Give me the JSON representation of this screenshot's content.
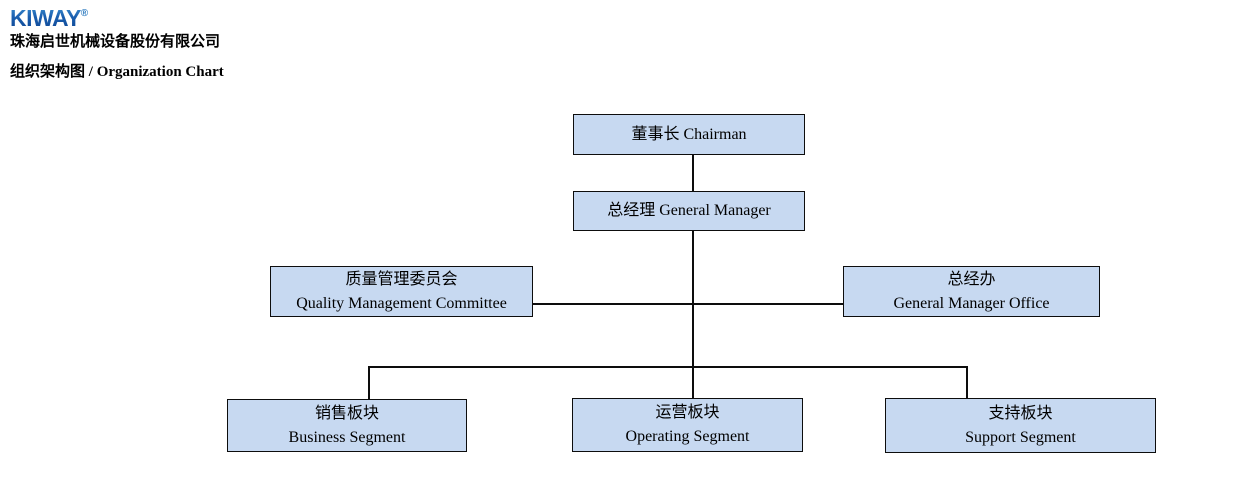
{
  "header": {
    "logo_text": "KIWAY",
    "logo_reg_mark": "®",
    "company_name": "珠海启世机械设备股份有限公司",
    "chart_title_zh": "组织架构图",
    "chart_title_sep": " / ",
    "chart_title_en": "Organization Chart"
  },
  "org_nodes": {
    "chairman": {
      "zh": "董事长",
      "en": "Chairman"
    },
    "general_manager": {
      "zh": "总经理",
      "en": "General Manager"
    },
    "quality_committee": {
      "zh": "质量管理委员会",
      "en": "Quality Management Committee"
    },
    "gm_office": {
      "zh": "总经办",
      "en": "General Manager Office"
    },
    "business_segment": {
      "zh": "销售板块",
      "en": "Business Segment"
    },
    "operating_segment": {
      "zh": "运营板块",
      "en": "Operating Segment"
    },
    "support_segment": {
      "zh": "支持板块",
      "en": "Support Segment"
    }
  },
  "hierarchy": {
    "root": "chairman",
    "edges": [
      {
        "from": "chairman",
        "to": "general_manager",
        "type": "direct"
      },
      {
        "from": "general_manager",
        "to": "quality_committee",
        "type": "lateral-staff"
      },
      {
        "from": "general_manager",
        "to": "gm_office",
        "type": "lateral-staff"
      },
      {
        "from": "general_manager",
        "to": "business_segment",
        "type": "direct"
      },
      {
        "from": "general_manager",
        "to": "operating_segment",
        "type": "direct"
      },
      {
        "from": "general_manager",
        "to": "support_segment",
        "type": "direct"
      }
    ]
  },
  "colors": {
    "node_fill": "#c7d9f1",
    "node_border": "#0d0d0d",
    "connector": "#0d0d0d",
    "logo_blue_top": "#3f93d2",
    "logo_blue_bottom": "#0e4694",
    "text": "#000000",
    "background": "#ffffff"
  }
}
